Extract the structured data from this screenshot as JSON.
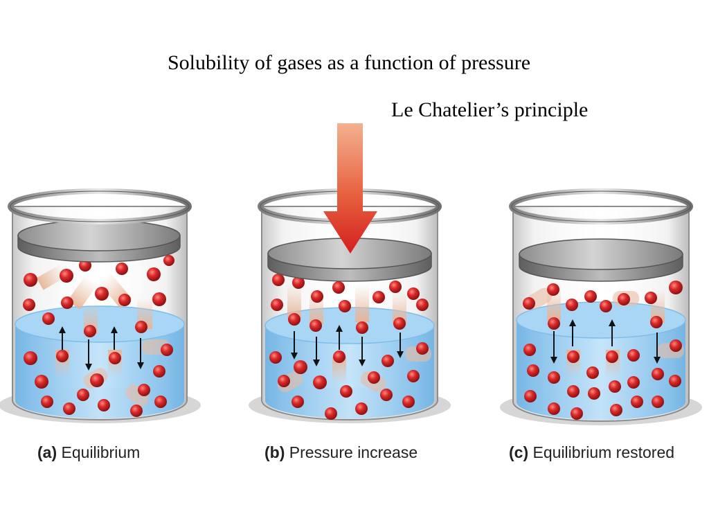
{
  "title": "Solubility of gases as a function of pressure",
  "subtitle": "Le Chatelier’s principle",
  "panels": [
    {
      "letter": "(a)",
      "label": "Equilibrium"
    },
    {
      "letter": "(b)",
      "label": "Pressure increase"
    },
    {
      "letter": "(c)",
      "label": "Equilibrium restored"
    }
  ],
  "colors": {
    "water": "#8fc7ee",
    "molecule": "#c8202a",
    "pressure_arrow": "#d9322a",
    "steel": "#9a9a9a"
  },
  "icons": [
    "pressure-arrow-icon",
    "piston-icon",
    "gas-molecule-icon",
    "dissolve-arrow-icon",
    "escape-arrow-icon"
  ]
}
